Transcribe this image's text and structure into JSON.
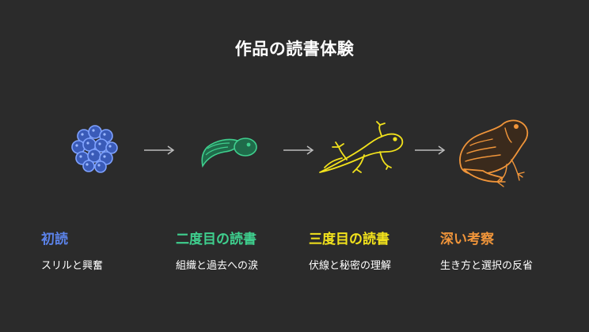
{
  "title": "作品の読書体験",
  "colors": {
    "stage1": "#5b82e8",
    "stage2": "#3fcf8e",
    "stage3": "#f2e21c",
    "stage4": "#f0953a",
    "arrow": "#bdbdbd",
    "background": "#2b2b2b"
  },
  "stages": [
    {
      "icon": "frog-eggs-icon",
      "label": "初読",
      "desc": "スリルと興奮"
    },
    {
      "icon": "tadpole-icon",
      "label": "二度目の読書",
      "desc": "組織と過去への涙"
    },
    {
      "icon": "froglet-icon",
      "label": "三度目の読書",
      "desc": "伏線と秘密の理解"
    },
    {
      "icon": "frog-icon",
      "label": "深い考察",
      "desc": "生き方と選択の反省"
    }
  ]
}
